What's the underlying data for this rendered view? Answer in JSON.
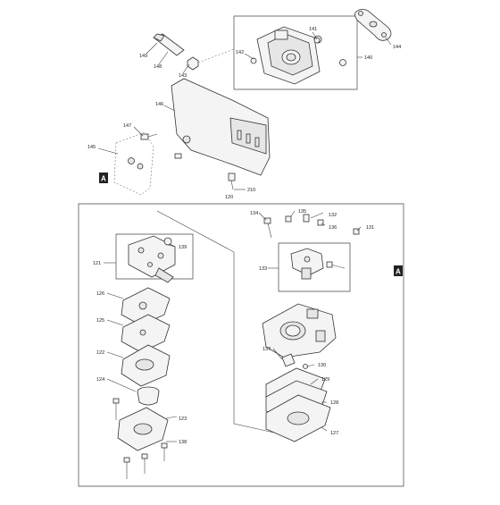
{
  "labels": {
    "p149": "149",
    "p148": "148",
    "p143": "143",
    "p142": "142",
    "p141": "141",
    "p144": "144",
    "p140": "140",
    "p146": "146",
    "p147": "147",
    "p145": "145",
    "p210": "210",
    "p120": "120",
    "p134": "134",
    "p135": "135",
    "p132": "132",
    "p136": "136",
    "p131": "131",
    "p133": "133",
    "p121": "121",
    "p139": "139",
    "p126": "126",
    "p125": "125",
    "p122": "122",
    "p124": "124",
    "p123": "123",
    "p138": "138",
    "p137": "137",
    "p130": "130",
    "p129": "129",
    "p128": "128",
    "p127": "127"
  },
  "markers": {
    "a_left": "A",
    "a_right": "A"
  }
}
